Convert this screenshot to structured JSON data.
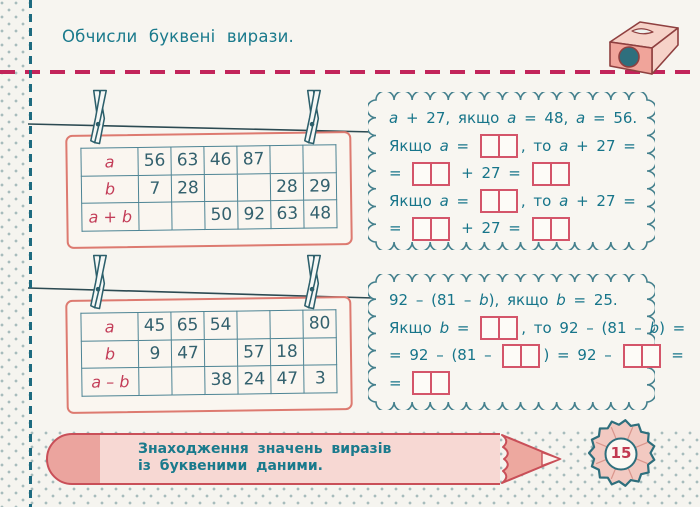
{
  "page": {
    "title": "Обчисли буквені вирази.",
    "page_number": "15",
    "footer": {
      "line1": "Знаходження значень виразів",
      "line2": "із буквеними даними."
    }
  },
  "icons": {
    "top_right": "pencil-sharpener-icon",
    "table_hangers": "clothespin-icon",
    "footer_shape": "pencil-banner",
    "page_number_shape": "pencil-shaving-badge"
  },
  "tables": [
    {
      "name": "addition-table",
      "rows": [
        {
          "label": "a",
          "cells": [
            "56",
            "63",
            "46",
            "87",
            "",
            ""
          ]
        },
        {
          "label": "b",
          "cells": [
            "7",
            "28",
            "",
            "",
            "28",
            "29"
          ]
        },
        {
          "label": "a + b",
          "cells": [
            "",
            "",
            "50",
            "92",
            "63",
            "48"
          ]
        }
      ]
    },
    {
      "name": "subtraction-table",
      "rows": [
        {
          "label": "a",
          "cells": [
            "45",
            "65",
            "54",
            "",
            "",
            "80"
          ]
        },
        {
          "label": "b",
          "cells": [
            "9",
            "47",
            "",
            "57",
            "18",
            ""
          ]
        },
        {
          "label": "a – b",
          "cells": [
            "",
            "",
            "38",
            "24",
            "47",
            "3"
          ]
        }
      ]
    }
  ],
  "exercises": [
    {
      "lines": [
        [
          {
            "k": "v",
            "v": "a"
          },
          {
            "k": "t",
            "v": " + 27, якщо "
          },
          {
            "k": "v",
            "v": "a"
          },
          {
            "k": "t",
            "v": " = 48, "
          },
          {
            "k": "v",
            "v": "a"
          },
          {
            "k": "t",
            "v": " = 56."
          }
        ],
        [
          {
            "k": "t",
            "v": "Якщо "
          },
          {
            "k": "v",
            "v": "a"
          },
          {
            "k": "t",
            "v": " = "
          },
          {
            "k": "b"
          },
          {
            "k": "t",
            "v": ", то "
          },
          {
            "k": "v",
            "v": "a"
          },
          {
            "k": "t",
            "v": " + 27 ="
          }
        ],
        [
          {
            "k": "t",
            "v": "= "
          },
          {
            "k": "b"
          },
          {
            "k": "t",
            "v": " + 27 = "
          },
          {
            "k": "b"
          }
        ],
        [
          {
            "k": "t",
            "v": "Якщо "
          },
          {
            "k": "v",
            "v": "a"
          },
          {
            "k": "t",
            "v": " = "
          },
          {
            "k": "b"
          },
          {
            "k": "t",
            "v": ", то "
          },
          {
            "k": "v",
            "v": "a"
          },
          {
            "k": "t",
            "v": " + 27 ="
          }
        ],
        [
          {
            "k": "t",
            "v": "= "
          },
          {
            "k": "b"
          },
          {
            "k": "t",
            "v": " + 27 = "
          },
          {
            "k": "b"
          }
        ]
      ]
    },
    {
      "lines": [
        [
          {
            "k": "t",
            "v": "92 – (81 – "
          },
          {
            "k": "v",
            "v": "b"
          },
          {
            "k": "t",
            "v": "), якщо "
          },
          {
            "k": "v",
            "v": "b"
          },
          {
            "k": "t",
            "v": " = 25."
          }
        ],
        [
          {
            "k": "t",
            "v": "Якщо "
          },
          {
            "k": "v",
            "v": "b"
          },
          {
            "k": "t",
            "v": " = "
          },
          {
            "k": "b"
          },
          {
            "k": "t",
            "v": ", то 92 – (81 – "
          },
          {
            "k": "v",
            "v": "b"
          },
          {
            "k": "t",
            "v": ") ="
          }
        ],
        [
          {
            "k": "t",
            "v": "= 92 – (81 – "
          },
          {
            "k": "b"
          },
          {
            "k": "t",
            "v": ") = 92 – "
          },
          {
            "k": "b"
          },
          {
            "k": "t",
            "v": " ="
          }
        ],
        [
          {
            "k": "t",
            "v": "= "
          },
          {
            "k": "b"
          }
        ]
      ]
    }
  ],
  "colors": {
    "accent_teal": "#1a7a8c",
    "accent_crimson": "#c2245a",
    "table_label": "#c33d58",
    "table_value": "#33616e",
    "answer_box_border": "#d4556a",
    "paper_border": "#dd7a70",
    "pencil_body": "#f7d8d3",
    "pencil_dark": "#eba49e",
    "page_background": "#f7f5f0"
  }
}
